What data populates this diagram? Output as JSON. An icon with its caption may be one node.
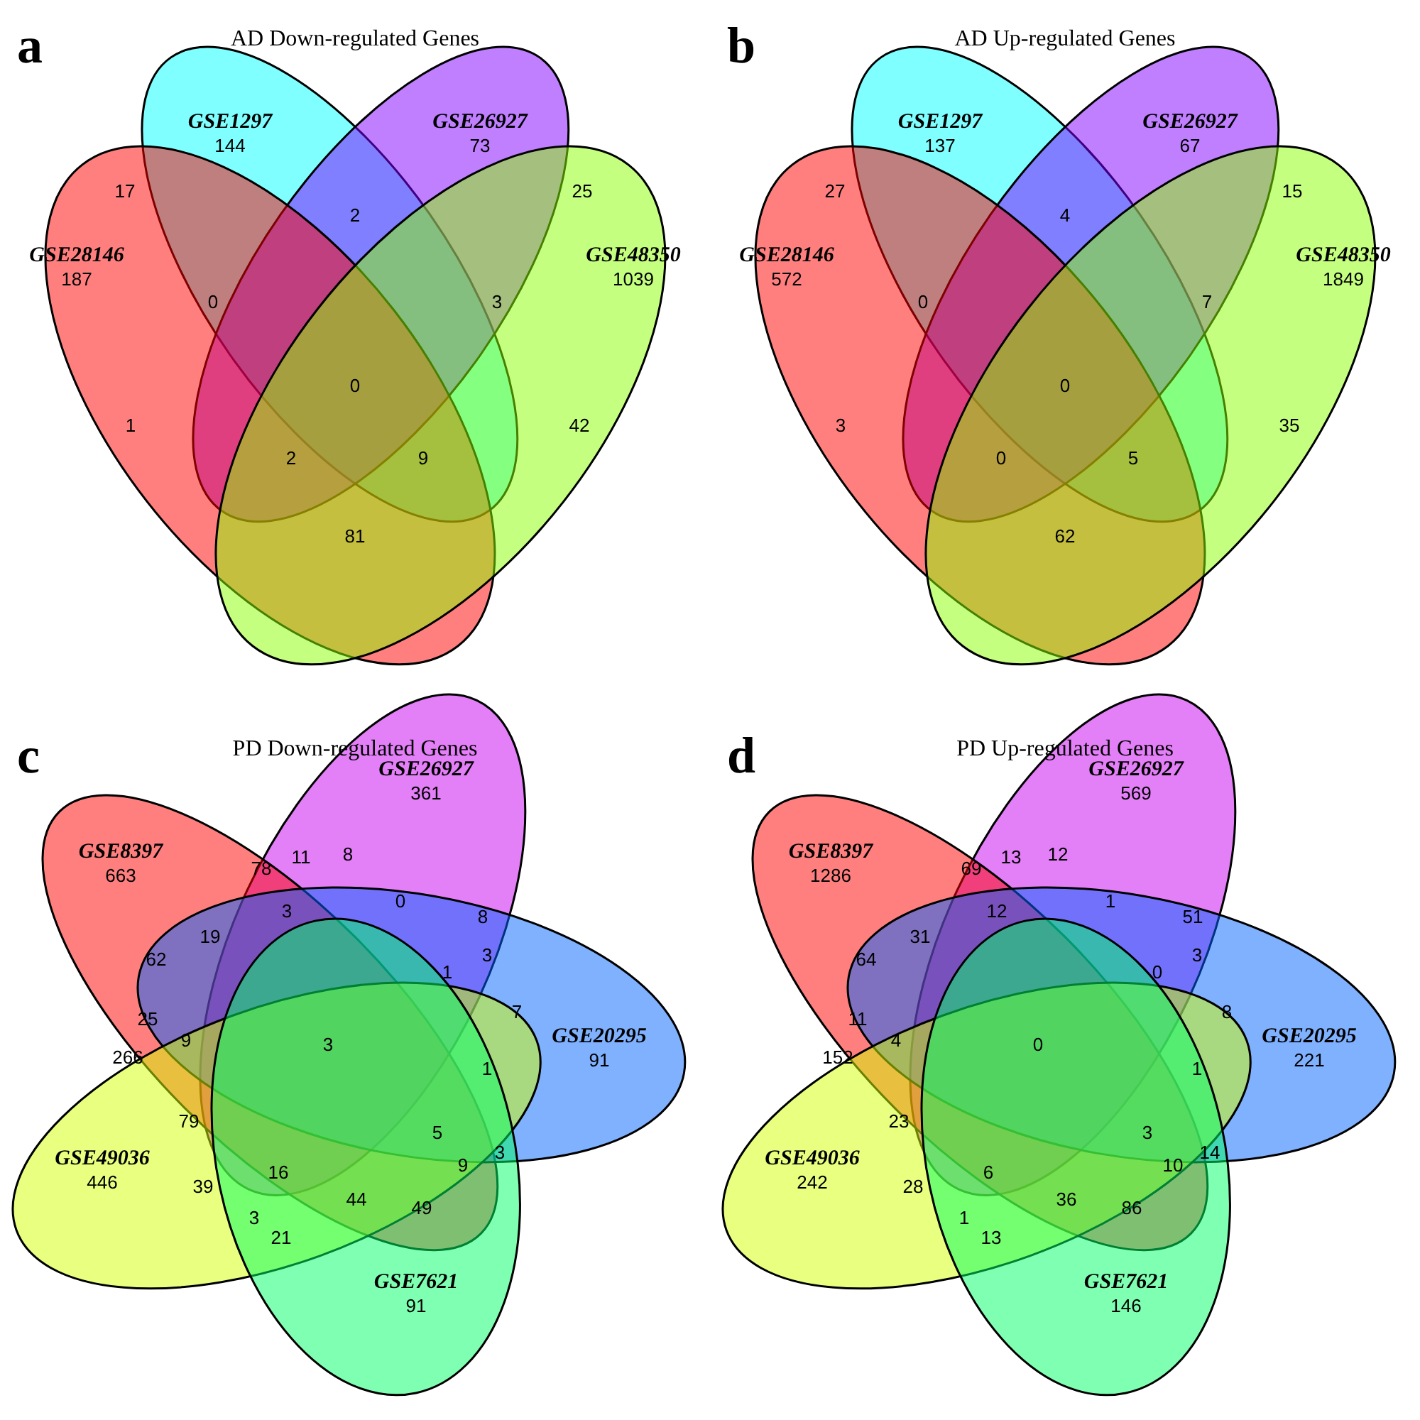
{
  "diagram": {
    "nodes": [
      {
        "text": [
          "GSE1297",
          "144"
        ]
      },
      {
        "text": [
          "GSE26927",
          "73"
        ]
      },
      {
        "text": [
          "GSE28146",
          "187"
        ]
      },
      {
        "text": [
          "GSE48350",
          "1039"
        ]
      },
      {
        "text": [
          "GSE1297",
          "137"
        ]
      },
      {
        "text": [
          "GSE26927",
          "67"
        ]
      },
      {
        "text": [
          "GSE28146",
          "572"
        ]
      },
      {
        "text": [
          "GSE48350",
          "1849"
        ]
      },
      {
        "text": [
          "GSE26927",
          "361"
        ]
      },
      {
        "text": [
          "GSE8397",
          "663"
        ]
      },
      {
        "text": [
          "GSE20295",
          "91"
        ]
      },
      {
        "text": [
          "GSE49036",
          "446"
        ]
      },
      {
        "text": [
          "GSE7621",
          "91"
        ]
      },
      {
        "text": [
          "GSE26927",
          "569"
        ]
      },
      {
        "text": [
          "GSE8397",
          "1286"
        ]
      },
      {
        "text": [
          "GSE20295",
          "221"
        ]
      },
      {
        "text": [
          "GSE49036",
          "242"
        ]
      },
      {
        "text": [
          "GSE7621",
          "146"
        ]
      }
    ],
    "edges": [],
    "labels": [
      "a",
      "AD Down-regulated Genes",
      "17",
      "2",
      "25",
      "0",
      "3",
      "0",
      "1",
      "42",
      "2",
      "9",
      "81",
      "b",
      "AD Up-regulated Genes",
      "27",
      "4",
      "15",
      "0",
      "7",
      "0",
      "3",
      "35",
      "0",
      "5",
      "62",
      "c",
      "PD Down-regulated Genes",
      "78",
      "11",
      "8",
      "0",
      "8",
      "3",
      "19",
      "3",
      "1",
      "62",
      "7",
      "25",
      "9",
      "3",
      "266",
      "1",
      "79",
      "5",
      "3",
      "9",
      "16",
      "39",
      "44",
      "49",
      "3",
      "21",
      "d",
      "PD Up-regulated Genes",
      "69",
      "13",
      "12",
      "1",
      "51",
      "12",
      "31",
      "3",
      "0",
      "64",
      "8",
      "11",
      "4",
      "0",
      "152",
      "1",
      "23",
      "3",
      "14",
      "10",
      "6",
      "28",
      "36",
      "86",
      "1",
      "13"
    ]
  }
}
